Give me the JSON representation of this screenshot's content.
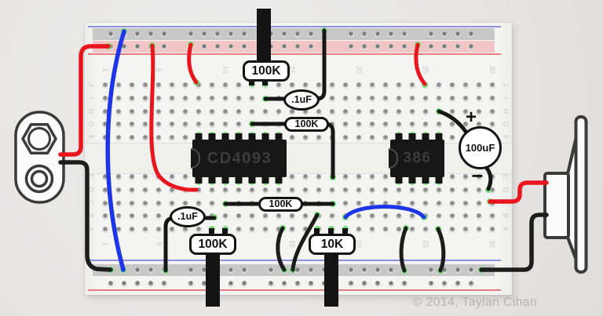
{
  "board": {
    "row_letters_top": [
      "J",
      "I",
      "H",
      "G",
      "F"
    ],
    "row_letters_bottom": [
      "E",
      "D",
      "C",
      "B",
      "A"
    ],
    "column_numbers": [
      "1",
      "5",
      "10",
      "15",
      "20",
      "25",
      "30"
    ]
  },
  "components": {
    "ic_main": {
      "label": "CD4093"
    },
    "ic_amp": {
      "label": "386"
    },
    "pot_top": {
      "label": "100K"
    },
    "pot_bottom_left": {
      "label": "100K"
    },
    "pot_bottom_right": {
      "label": "10K"
    },
    "resistor_upper": {
      "label": "100K"
    },
    "resistor_lower": {
      "label": "100K"
    },
    "cap_upper": {
      "label": ".1uF"
    },
    "cap_lower": {
      "label": ".1uF"
    },
    "cap_electrolytic": {
      "label": "100uF",
      "polarity_plus": "+",
      "polarity_minus": "−"
    }
  },
  "footer": {
    "copyright": "© 2014, Taylan Cihan"
  },
  "colors": {
    "wire_red": "#e8151c",
    "wire_blue": "#1d35e8",
    "wire_black": "#1c1c1c",
    "connection_green": "#70e070",
    "rail_positive_line": "#e67f7f",
    "rail_negative_line": "#8f8fe0",
    "rail_band_gray": "#c7c7c7",
    "rail_band_pink": "#f2c5c5",
    "board": "#f4f4f2",
    "background": "#e8e8e7"
  }
}
